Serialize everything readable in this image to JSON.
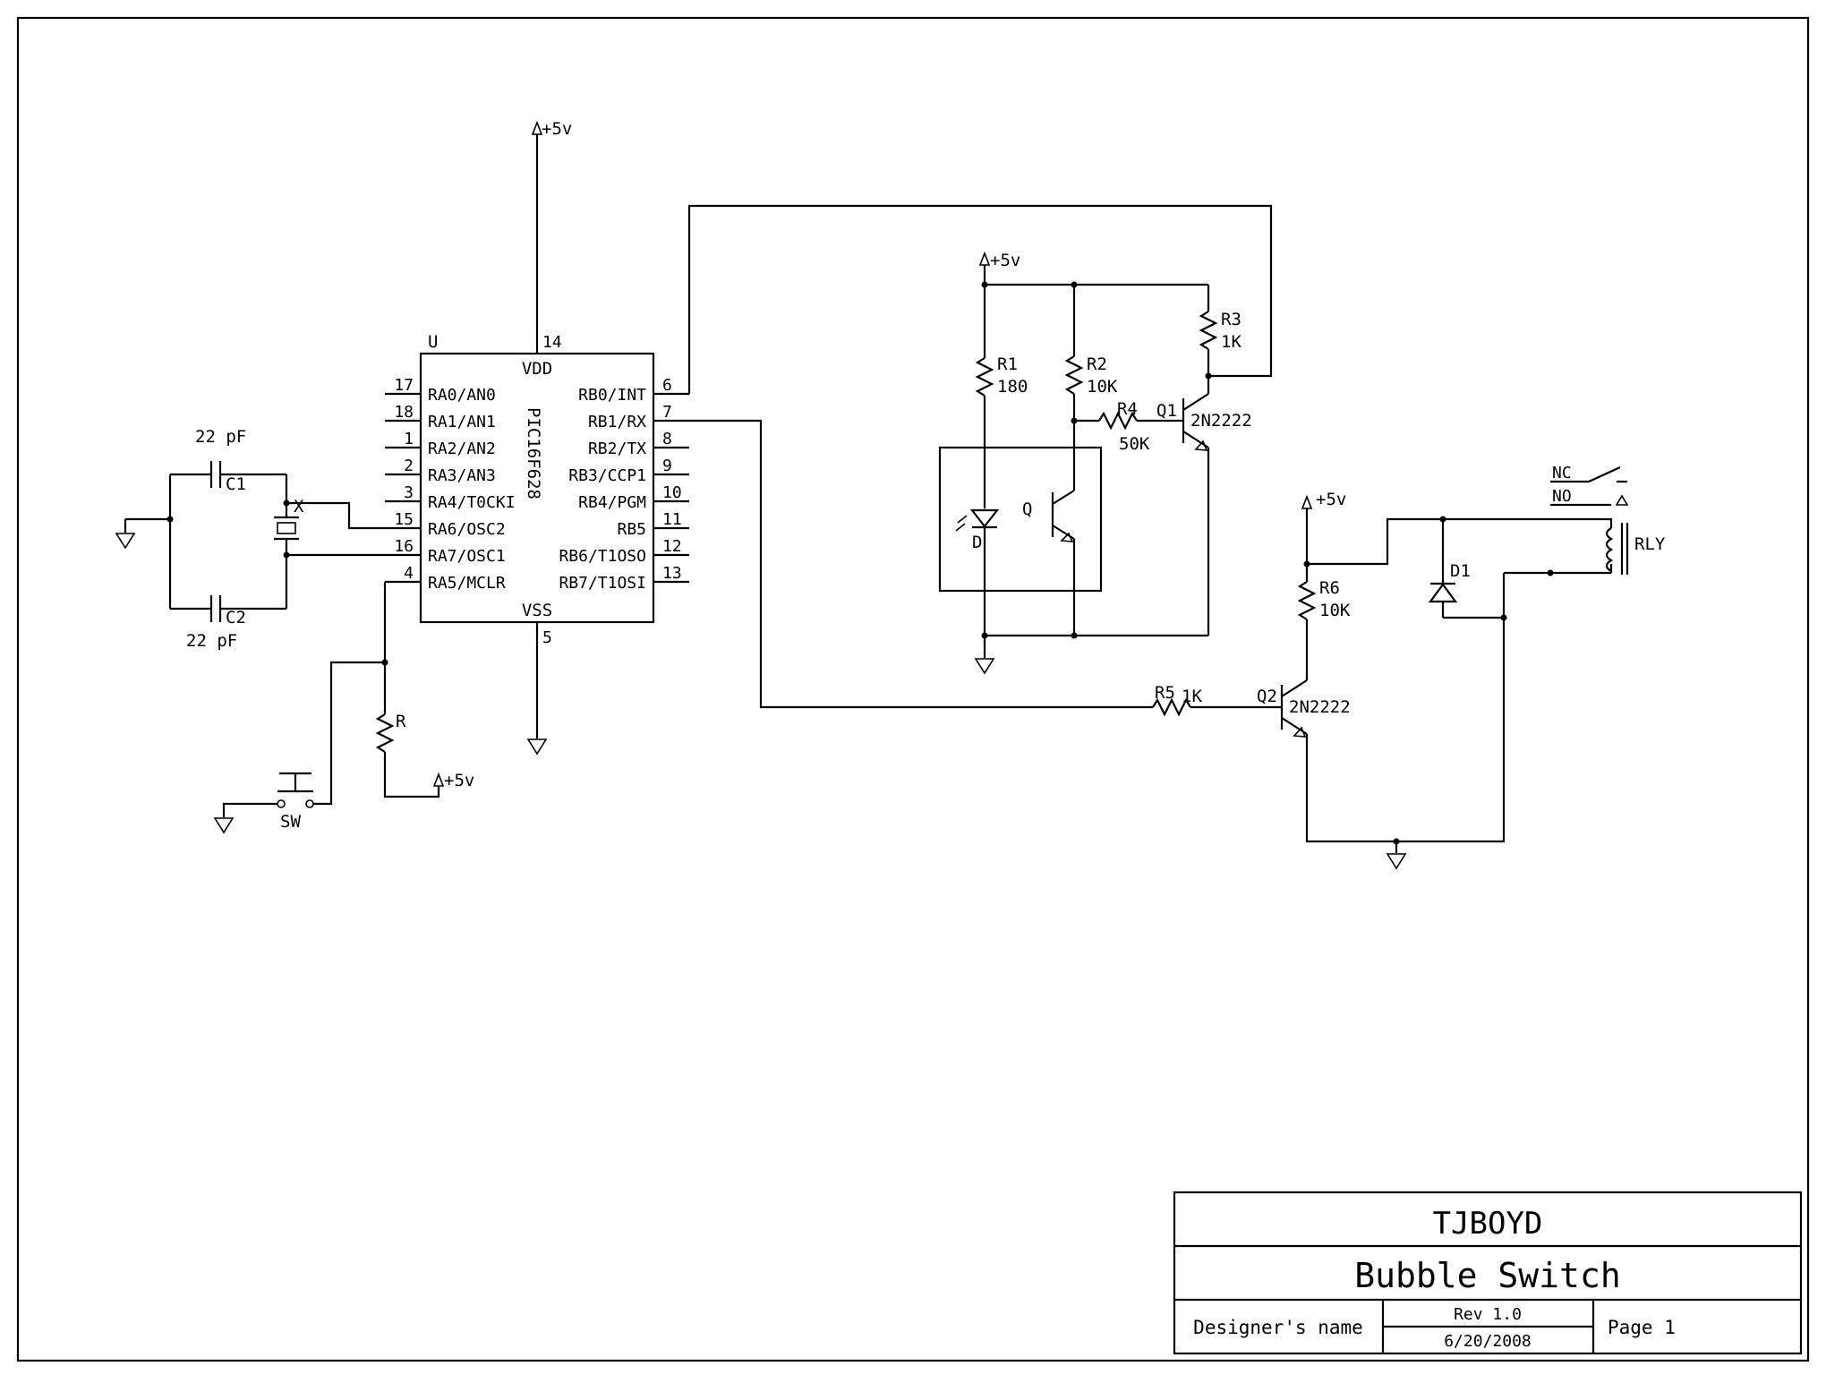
{
  "title_block": {
    "company": "TJBOYD",
    "title": "Bubble Switch",
    "designer_label": "Designer's name",
    "rev": "Rev 1.0",
    "date": "6/20/2008",
    "page": "Page 1"
  },
  "mcu": {
    "ref": "U",
    "part": "PIC16F628",
    "vdd": "VDD",
    "vss": "VSS",
    "vdd_pin": "14",
    "vss_pin": "5",
    "left_pins": [
      {
        "num": "17",
        "name": "RA0/AN0"
      },
      {
        "num": "18",
        "name": "RA1/AN1"
      },
      {
        "num": "1",
        "name": "RA2/AN2"
      },
      {
        "num": "2",
        "name": "RA3/AN3"
      },
      {
        "num": "3",
        "name": "RA4/T0CKI"
      },
      {
        "num": "15",
        "name": "RA6/OSC2"
      },
      {
        "num": "16",
        "name": "RA7/OSC1"
      },
      {
        "num": "4",
        "name": "RA5/MCLR"
      }
    ],
    "right_pins": [
      {
        "num": "6",
        "name": "RB0/INT"
      },
      {
        "num": "7",
        "name": "RB1/RX"
      },
      {
        "num": "8",
        "name": "RB2/TX"
      },
      {
        "num": "9",
        "name": "RB3/CCP1"
      },
      {
        "num": "10",
        "name": "RB4/PGM"
      },
      {
        "num": "11",
        "name": "RB5"
      },
      {
        "num": "12",
        "name": "RB6/T1OSO"
      },
      {
        "num": "13",
        "name": "RB7/T1OSI"
      }
    ]
  },
  "labels": {
    "vcc": "+5v",
    "c1": "C1",
    "c2": "C2",
    "c1_value": "22 pF",
    "c2_value": "22 pF",
    "crystal": "X",
    "r": "R",
    "sw": "SW",
    "r1": "R1",
    "r1_value": "180",
    "r2": "R2",
    "r2_value": "10K",
    "r3": "R3",
    "r3_value": "1K",
    "r4": "R4",
    "r4_value": "50K",
    "r5": "R5",
    "r5_value": "1K",
    "r6": "R6",
    "r6_value": "10K",
    "q1": "Q1",
    "q1_part": "2N2222",
    "q2": "Q2",
    "q2_part": "2N2222",
    "opto_diode": "D",
    "opto_transistor": "Q",
    "d1": "D1",
    "relay": "RLY",
    "nc": "NC",
    "no": "NO"
  }
}
